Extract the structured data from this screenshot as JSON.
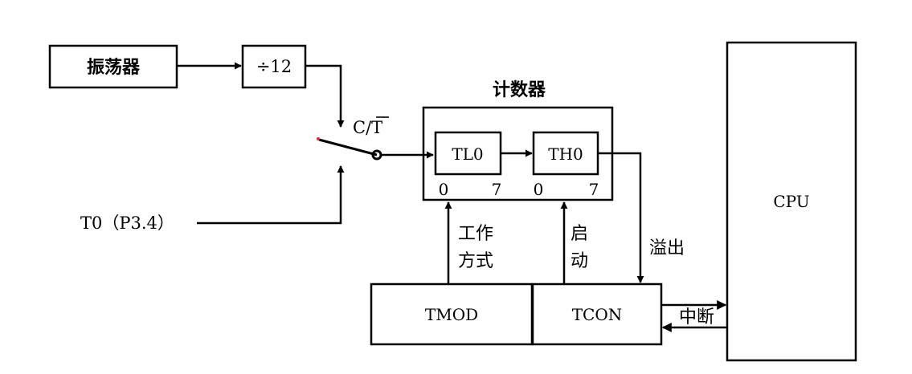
{
  "blocks": {
    "oscillator": "振荡器",
    "divider": "÷12",
    "counter_title": "计数器",
    "tl0": "TL0",
    "th0": "TH0",
    "tl0_low_bit": "0",
    "tl0_high_bit": "7",
    "th0_low_bit": "0",
    "th0_high_bit": "7",
    "tmod": "TMOD",
    "tcon": "TCON",
    "cpu": "CPU"
  },
  "labels": {
    "switch_ct": "C/T",
    "t0_input": "T0（P3.4）",
    "mode_line1": "工作",
    "mode_line2": "方式",
    "start_line1": "启",
    "start_line2": "动",
    "overflow": "溢出",
    "interrupt": "中断"
  }
}
